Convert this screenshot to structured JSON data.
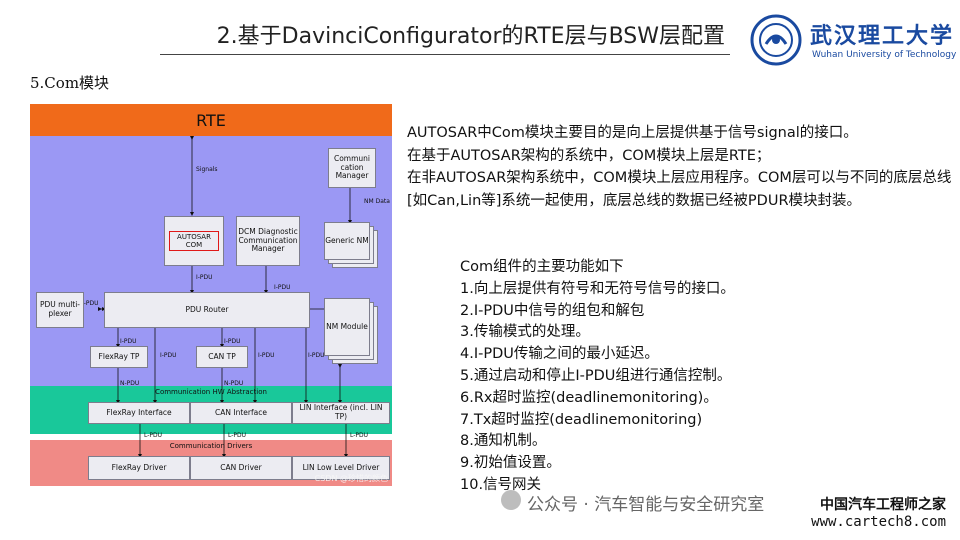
{
  "slide": {
    "title": "2.基于DavinciConfigurator的RTE层与BSW层配置",
    "section": "5.Com模块"
  },
  "logo": {
    "cn": "武汉理工大学",
    "en": "Wuhan University of Technology",
    "colors": {
      "brand": "#1a4aa0"
    }
  },
  "diagram": {
    "rte": "RTE",
    "blocks": {
      "comm_manager": "Communi cation Manager",
      "autosar_com": "AUTOSAR COM",
      "dcm": "DCM Diagnostic Communication Manager",
      "generic_nm": "Generic NM",
      "pdu_multiplexer": "PDU multi- plexer",
      "pdu_router": "PDU Router",
      "nm_module": "NM Module",
      "flexray_tp": "FlexRay TP",
      "can_tp": "CAN TP",
      "flexray_interface": "FlexRay Interface",
      "can_interface": "CAN Interface",
      "lin_interface": "LIN Interface (incl. LIN TP)",
      "flexray_driver": "FlexRay Driver",
      "can_driver": "CAN Driver",
      "lin_driver": "LIN Low Level Driver"
    },
    "layers": {
      "hw_abstraction": "Communication HW Abstraction",
      "drivers": "Communication Drivers"
    },
    "edge_labels": {
      "signals": "Signals",
      "ipdu": "I-PDU",
      "npdu": "N-PDU",
      "lpdu": "L-PDU",
      "nm_data": "NM Data"
    },
    "watermark": "CSDN @珍惜的颜色",
    "colors": {
      "rte": "#f06a1a",
      "bsw": "#9b98f4",
      "hw": "#19c89a",
      "drivers": "#f08a86",
      "highlight": "#e01818"
    }
  },
  "intro": [
    "AUTOSAR中Com模块主要目的是向上层提供基于信号signal的接口。",
    "在基于AUTOSAR架构的系统中，COM模块上层是RTE；",
    "在非AUTOSAR架构系统中，COM模块上层应用程序。COM层可以与不同的底层总线[如Can,Lin等]系统一起使用，底层总线的数据已经被PDUR模块封装。"
  ],
  "features": {
    "heading": "Com组件的主要功能如下",
    "items": [
      "1.向上层提供有符号和无符号信号的接口。",
      "2.I-PDU中信号的组包和解包",
      "3.传输模式的处理。",
      "4.I-PDU传输之间的最小延迟。",
      "5.通过启动和停止I-PDU组进行通信控制。",
      "6.Rx超时监控(deadlinemonitoring)。",
      "7.Tx超时监控(deadlinemonitoring)",
      "8.通知机制。",
      "9.初始值设置。",
      "10.信号网关"
    ]
  },
  "footer": {
    "wechat": "公众号 · 汽车智能与安全研究室",
    "brand_cn": "中国汽车工程师之家",
    "brand_url": "www.cartech8.com"
  }
}
